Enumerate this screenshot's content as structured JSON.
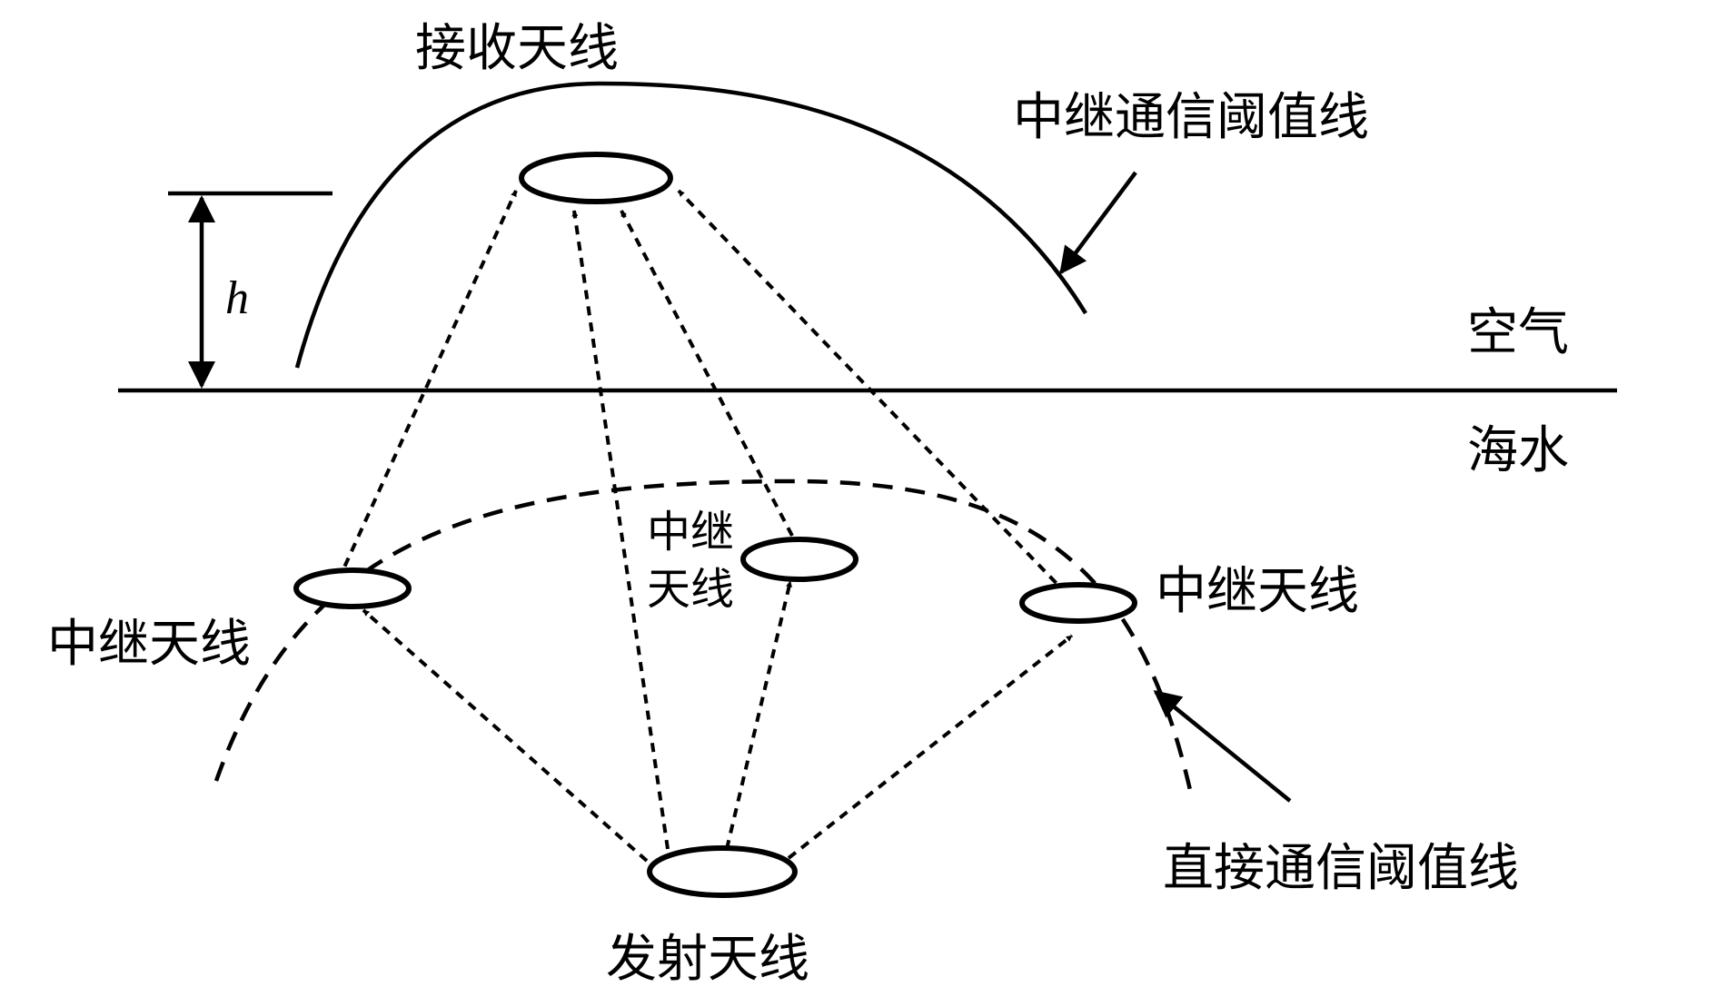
{
  "labels": {
    "receive_antenna": "接收天线",
    "relay_threshold": "中继通信阈值线",
    "height": "h",
    "air": "空气",
    "seawater": "海水",
    "relay_center_line1": "中继",
    "relay_center_line2": "天线",
    "relay_left": "中继天线",
    "relay_right": "中继天线",
    "direct_threshold": "直接通信阈值线",
    "transmit_antenna": "发射天线"
  }
}
